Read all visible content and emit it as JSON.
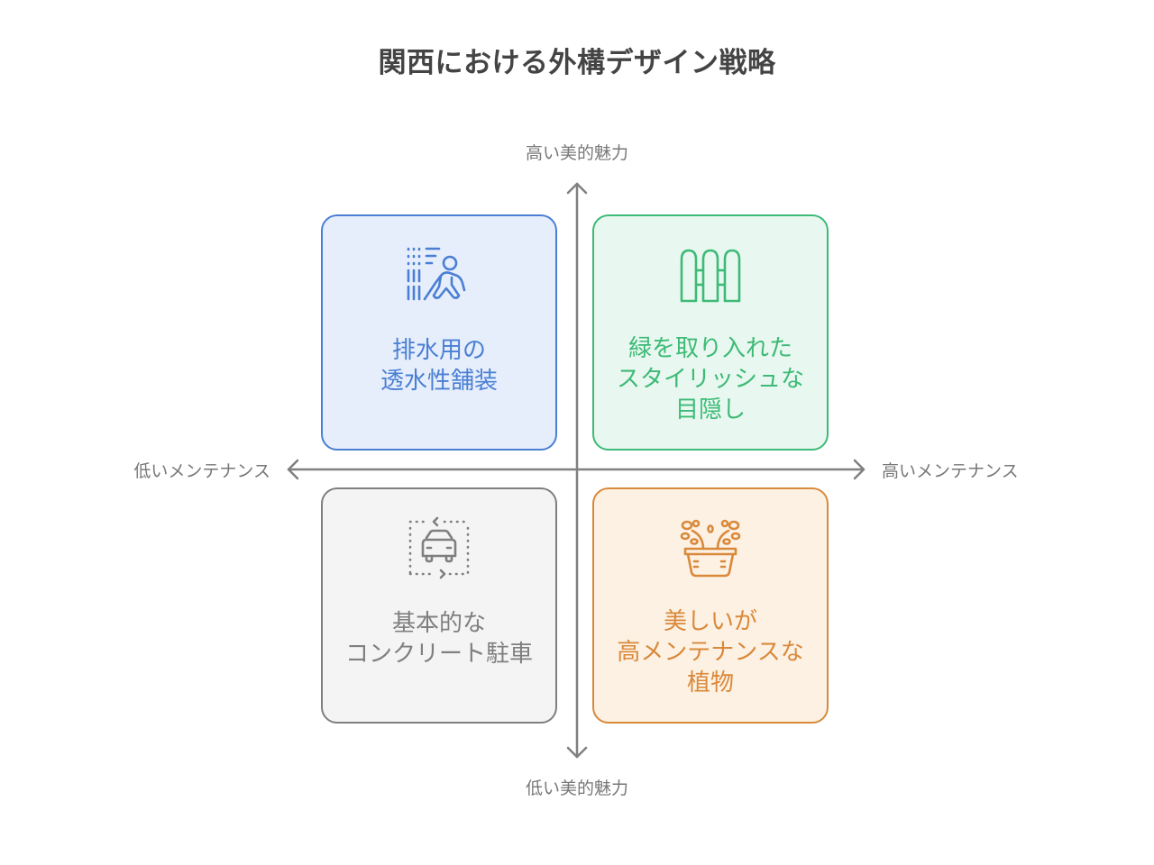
{
  "title": "関西における外構デザイン戦略",
  "axes": {
    "y_high": "高い美的魅力",
    "y_low": "低い美的魅力",
    "x_low": "低いメンテナンス",
    "x_high": "高いメンテナンス"
  },
  "quadrants": [
    {
      "position": "top-left",
      "label": "排水用の\n透水性舗装",
      "icon": "walking-in-rain-icon",
      "color": "#4a7fd3",
      "background": "#e6eefc"
    },
    {
      "position": "top-right",
      "label": "緑を取り入れた\nスタイリッシュな\n目隠し",
      "icon": "fence-icon",
      "color": "#3dba76",
      "background": "#e8f8f0"
    },
    {
      "position": "bottom-left",
      "label": "基本的な\nコンクリート駐車",
      "icon": "parking-car-icon",
      "color": "#7f7f7f",
      "background": "#f4f4f4"
    },
    {
      "position": "bottom-right",
      "label": "美しいが\n高メンテナンスな\n植物",
      "icon": "potted-plant-icon",
      "color": "#d9893a",
      "background": "#fdf1e4"
    }
  ],
  "axis_color": "#808080"
}
